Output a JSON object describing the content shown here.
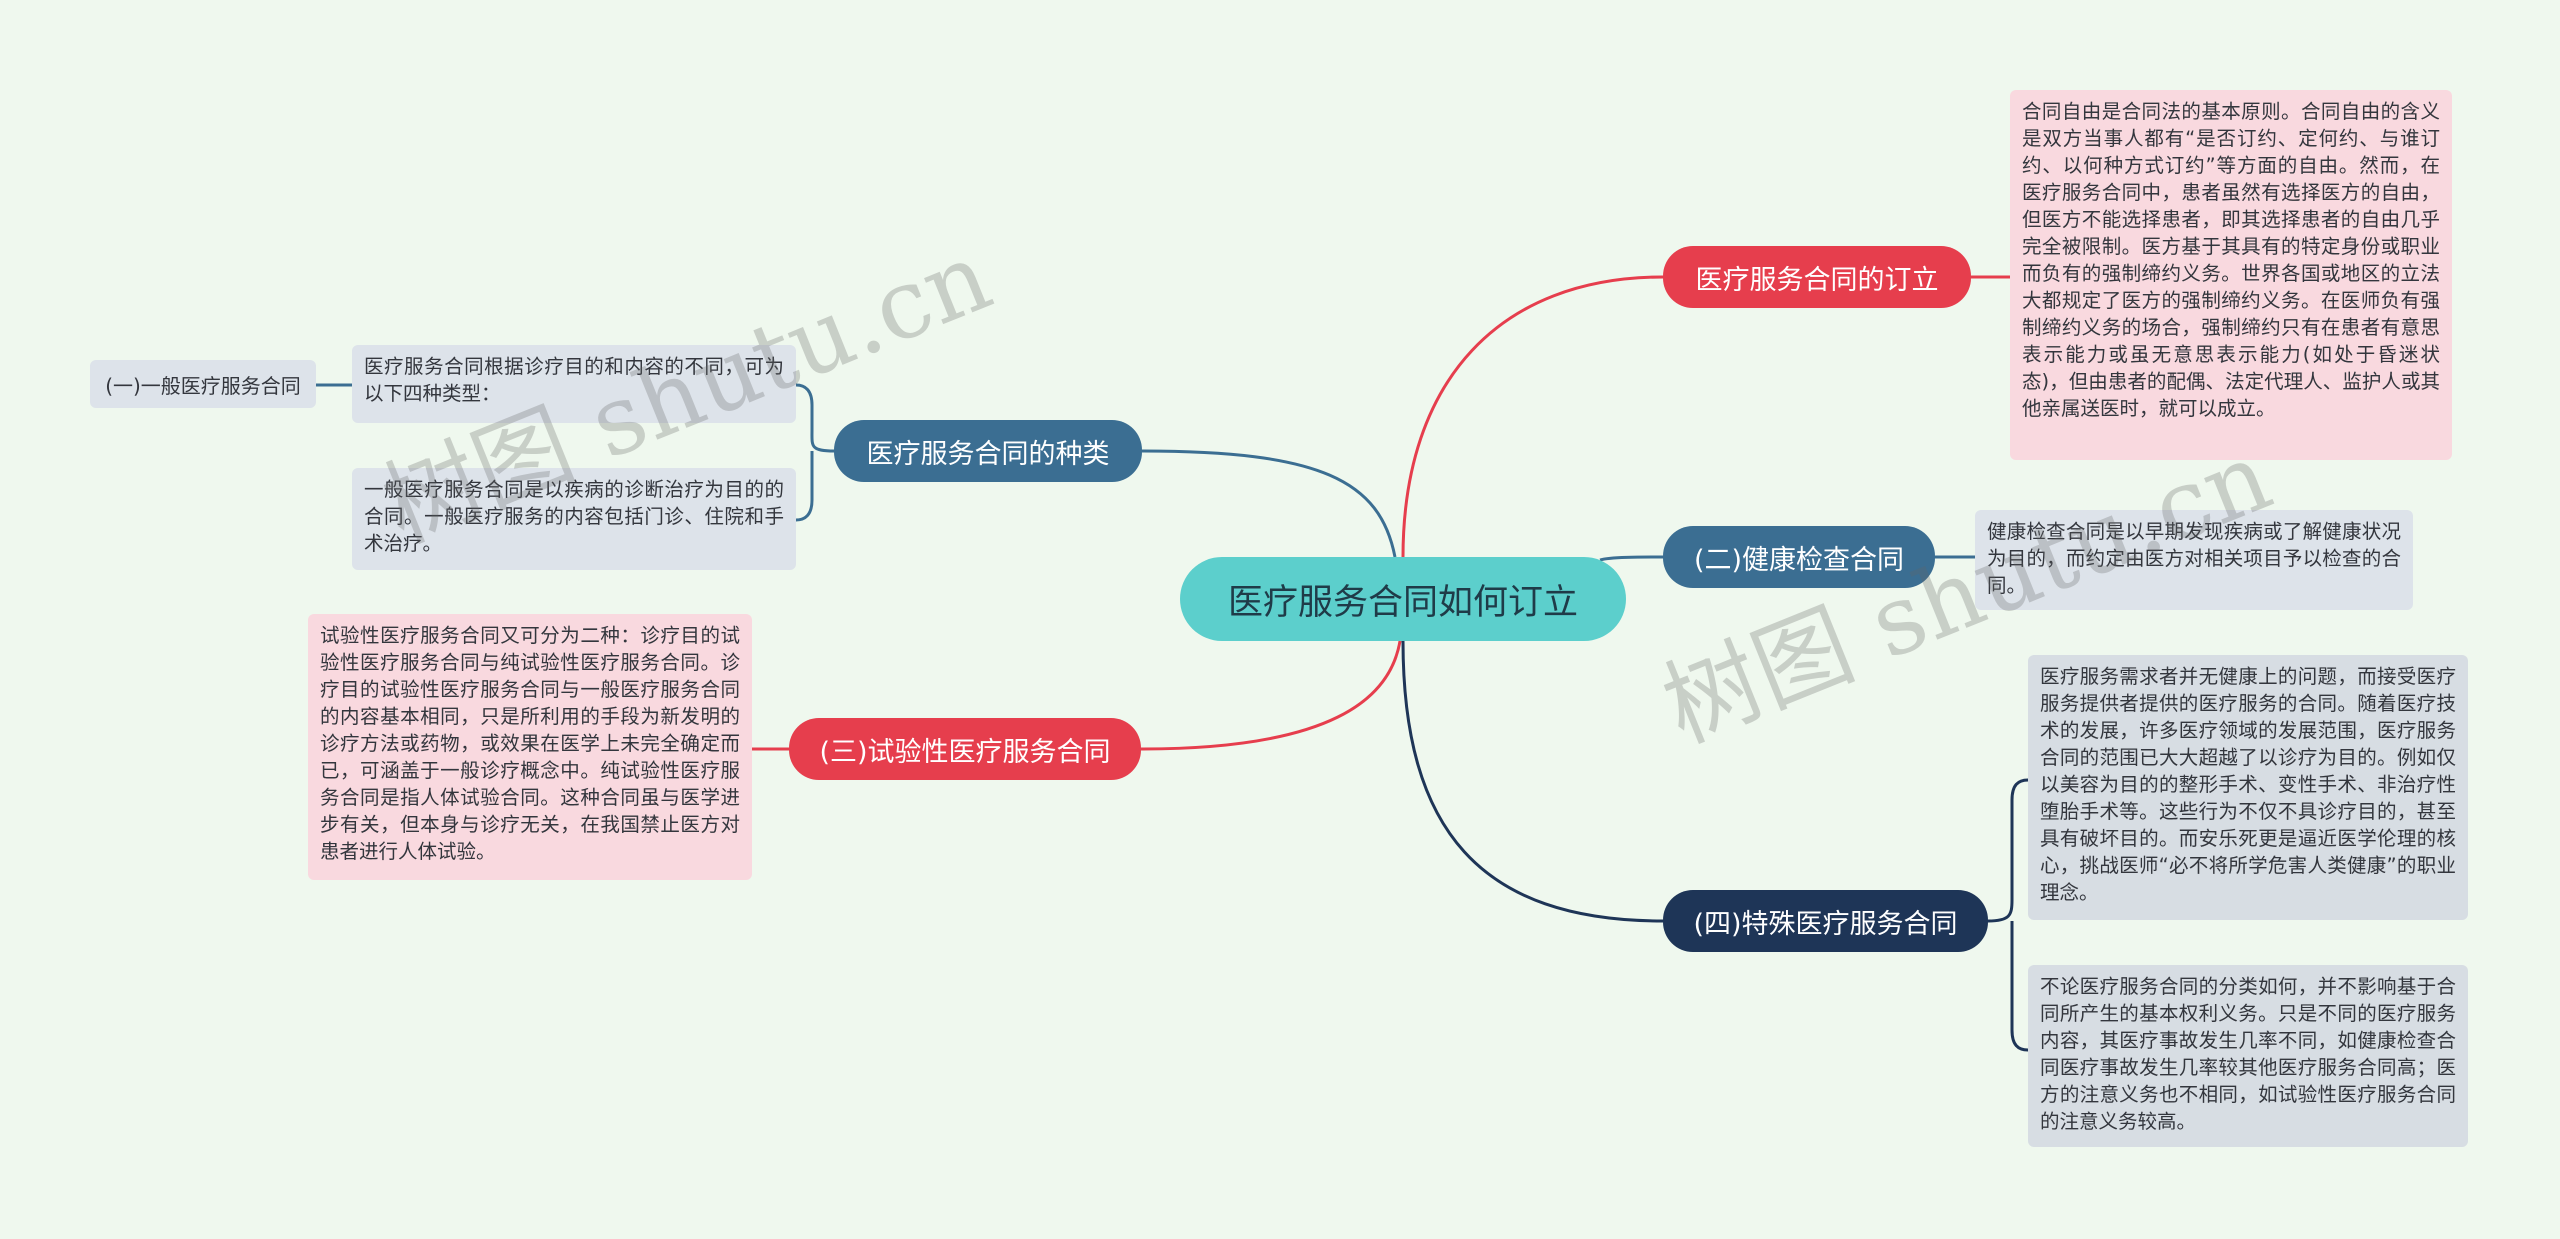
{
  "center": {
    "label": "医疗服务合同如何订立"
  },
  "branches": {
    "b1": {
      "label": "医疗服务合同的订立",
      "detail": "合同自由是合同法的基本原则。合同自由的含义是双方当事人都有“是否订约、定何约、与谁订约、以何种方式订约”等方面的自由。然而，在医疗服务合同中，患者虽然有选择医方的自由，但医方不能选择患者，即其选择患者的自由几乎完全被限制。医方基于其具有的特定身份或职业而负有的强制缔约义务。世界各国或地区的立法大都规定了医方的强制缔约义务。在医师负有强制缔约义务的场合，强制缔约只有在患者有意思表示能力或虽无意思表示能力(如处于昏迷状态)，但由患者的配偶、法定代理人、监护人或其他亲属送医时，就可以成立。"
    },
    "b2": {
      "label": "医疗服务合同的种类",
      "detail1": "医疗服务合同根据诊疗目的和内容的不同，可为以下四种类型：",
      "detail1_sub": "(一)一般医疗服务合同",
      "detail2": "一般医疗服务合同是以疾病的诊断治疗为目的的合同。一般医疗服务的内容包括门诊、住院和手术治疗。"
    },
    "b3": {
      "label": "(二)健康检查合同",
      "detail": "健康检查合同是以早期发现疾病或了解健康状况为目的，而约定由医方对相关项目予以检查的合同。"
    },
    "b4": {
      "label": "(三)试验性医疗服务合同",
      "detail": "试验性医疗服务合同又可分为二种：诊疗目的试验性医疗服务合同与纯试验性医疗服务合同。诊疗目的试验性医疗服务合同与一般医疗服务合同的内容基本相同，只是所利用的手段为新发明的诊疗方法或药物，或效果在医学上未完全确定而已，可涵盖于一般诊疗概念中。纯试验性医疗服务合同是指人体试验合同。这种合同虽与医学进步有关，但本身与诊疗无关，在我国禁止医方对患者进行人体试验。"
    },
    "b5": {
      "label": "(四)特殊医疗服务合同",
      "detail1": "医疗服务需求者并无健康上的问题，而接受医疗服务提供者提供的医疗服务的合同。随着医疗技术的发展，许多医疗领域的发展范围，医疗服务合同的范围已大大超越了以诊疗为目的。例如仅以美容为目的的整形手术、变性手术、非治疗性堕胎手术等。这些行为不仅不具诊疗目的，甚至具有破坏目的。而安乐死更是逼近医学伦理的核心，挑战医师“必不将所学危害人类健康”的职业理念。",
      "detail2": "不论医疗服务合同的分类如何，并不影响基于合同所产生的基本权利义务。只是不同的医疗服务内容，其医疗事故发生几率不同，如健康检查合同医疗事故发生几率较其他医疗服务合同高；医方的注意义务也不相同，如试验性医疗服务合同的注意义务较高。"
    }
  },
  "watermark": {
    "left": "树图 shutu.cn",
    "right": "树图 shutu.cn"
  },
  "colors": {
    "background": "#eff8ee",
    "center": "#5ccfcc",
    "red": "#e63e4d",
    "steel": "#3b6e92",
    "navy": "#1e3557"
  }
}
